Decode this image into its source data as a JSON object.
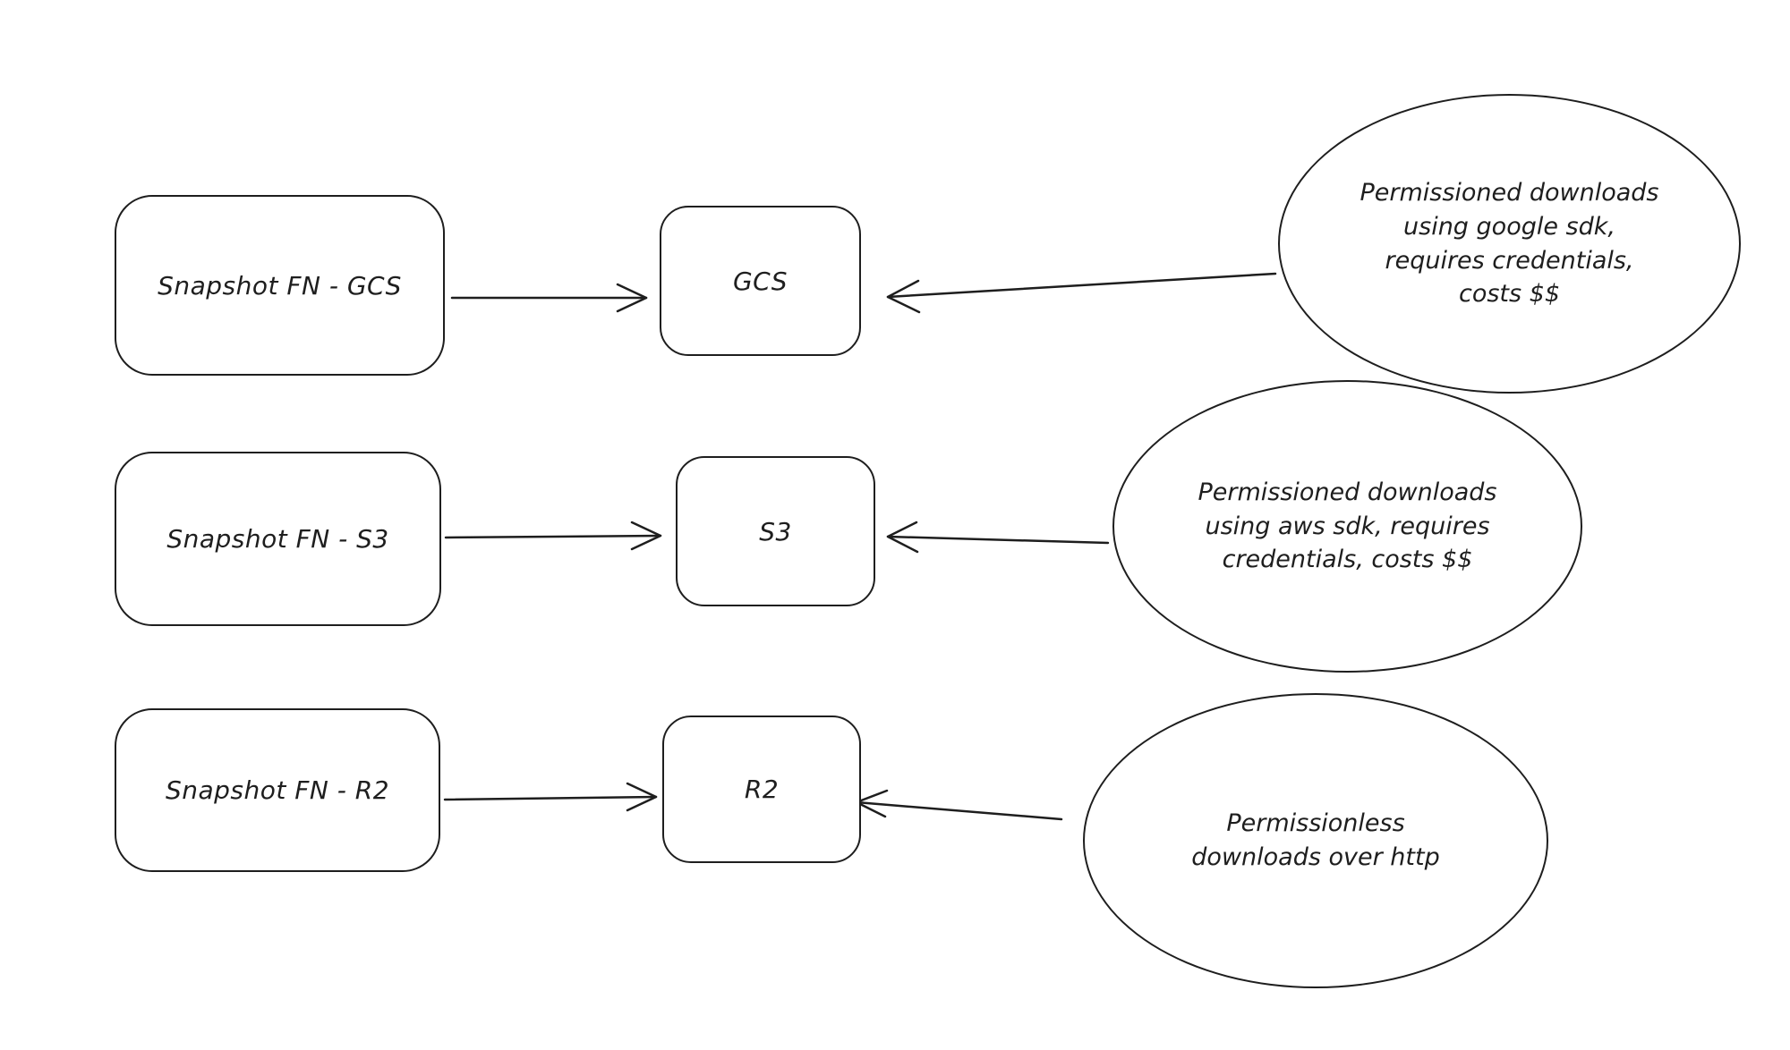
{
  "diagram": {
    "bg_color": "#ffffff",
    "stroke_color": "#1e1e1e",
    "rows": [
      {
        "source_label": "Snapshot FN - GCS",
        "target_label": "GCS",
        "note": "Permissioned downloads\nusing google sdk,\nrequires credentials,\ncosts $$"
      },
      {
        "source_label": "Snapshot FN - S3",
        "target_label": "S3",
        "note": "Permissioned downloads\nusing aws sdk, requires\ncredentials, costs $$"
      },
      {
        "source_label": "Snapshot FN - R2",
        "target_label": "R2",
        "note": "Permissionless\ndownloads over http"
      }
    ]
  }
}
